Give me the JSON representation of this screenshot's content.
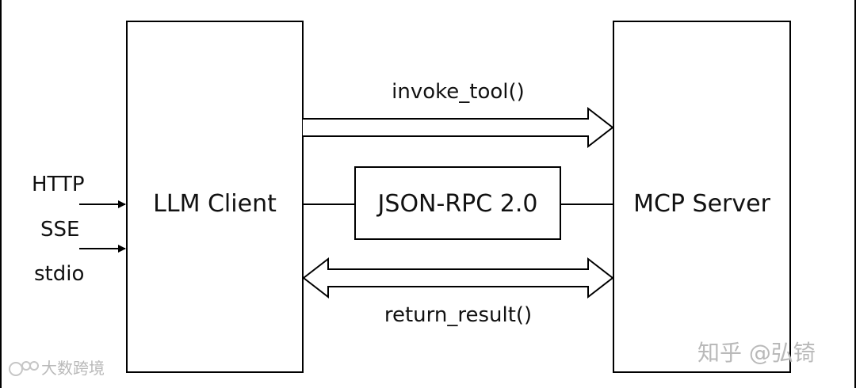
{
  "diagram": {
    "inputs": [
      "HTTP",
      "SSE",
      "stdio"
    ],
    "client_label": "LLM Client",
    "server_label": "MCP Server",
    "protocol_label": "JSON-RPC 2.0",
    "request_label": "invoke_tool()",
    "response_label": "return_result()"
  },
  "watermarks": {
    "left": "大数跨境",
    "right": "知乎 @弘锜"
  }
}
